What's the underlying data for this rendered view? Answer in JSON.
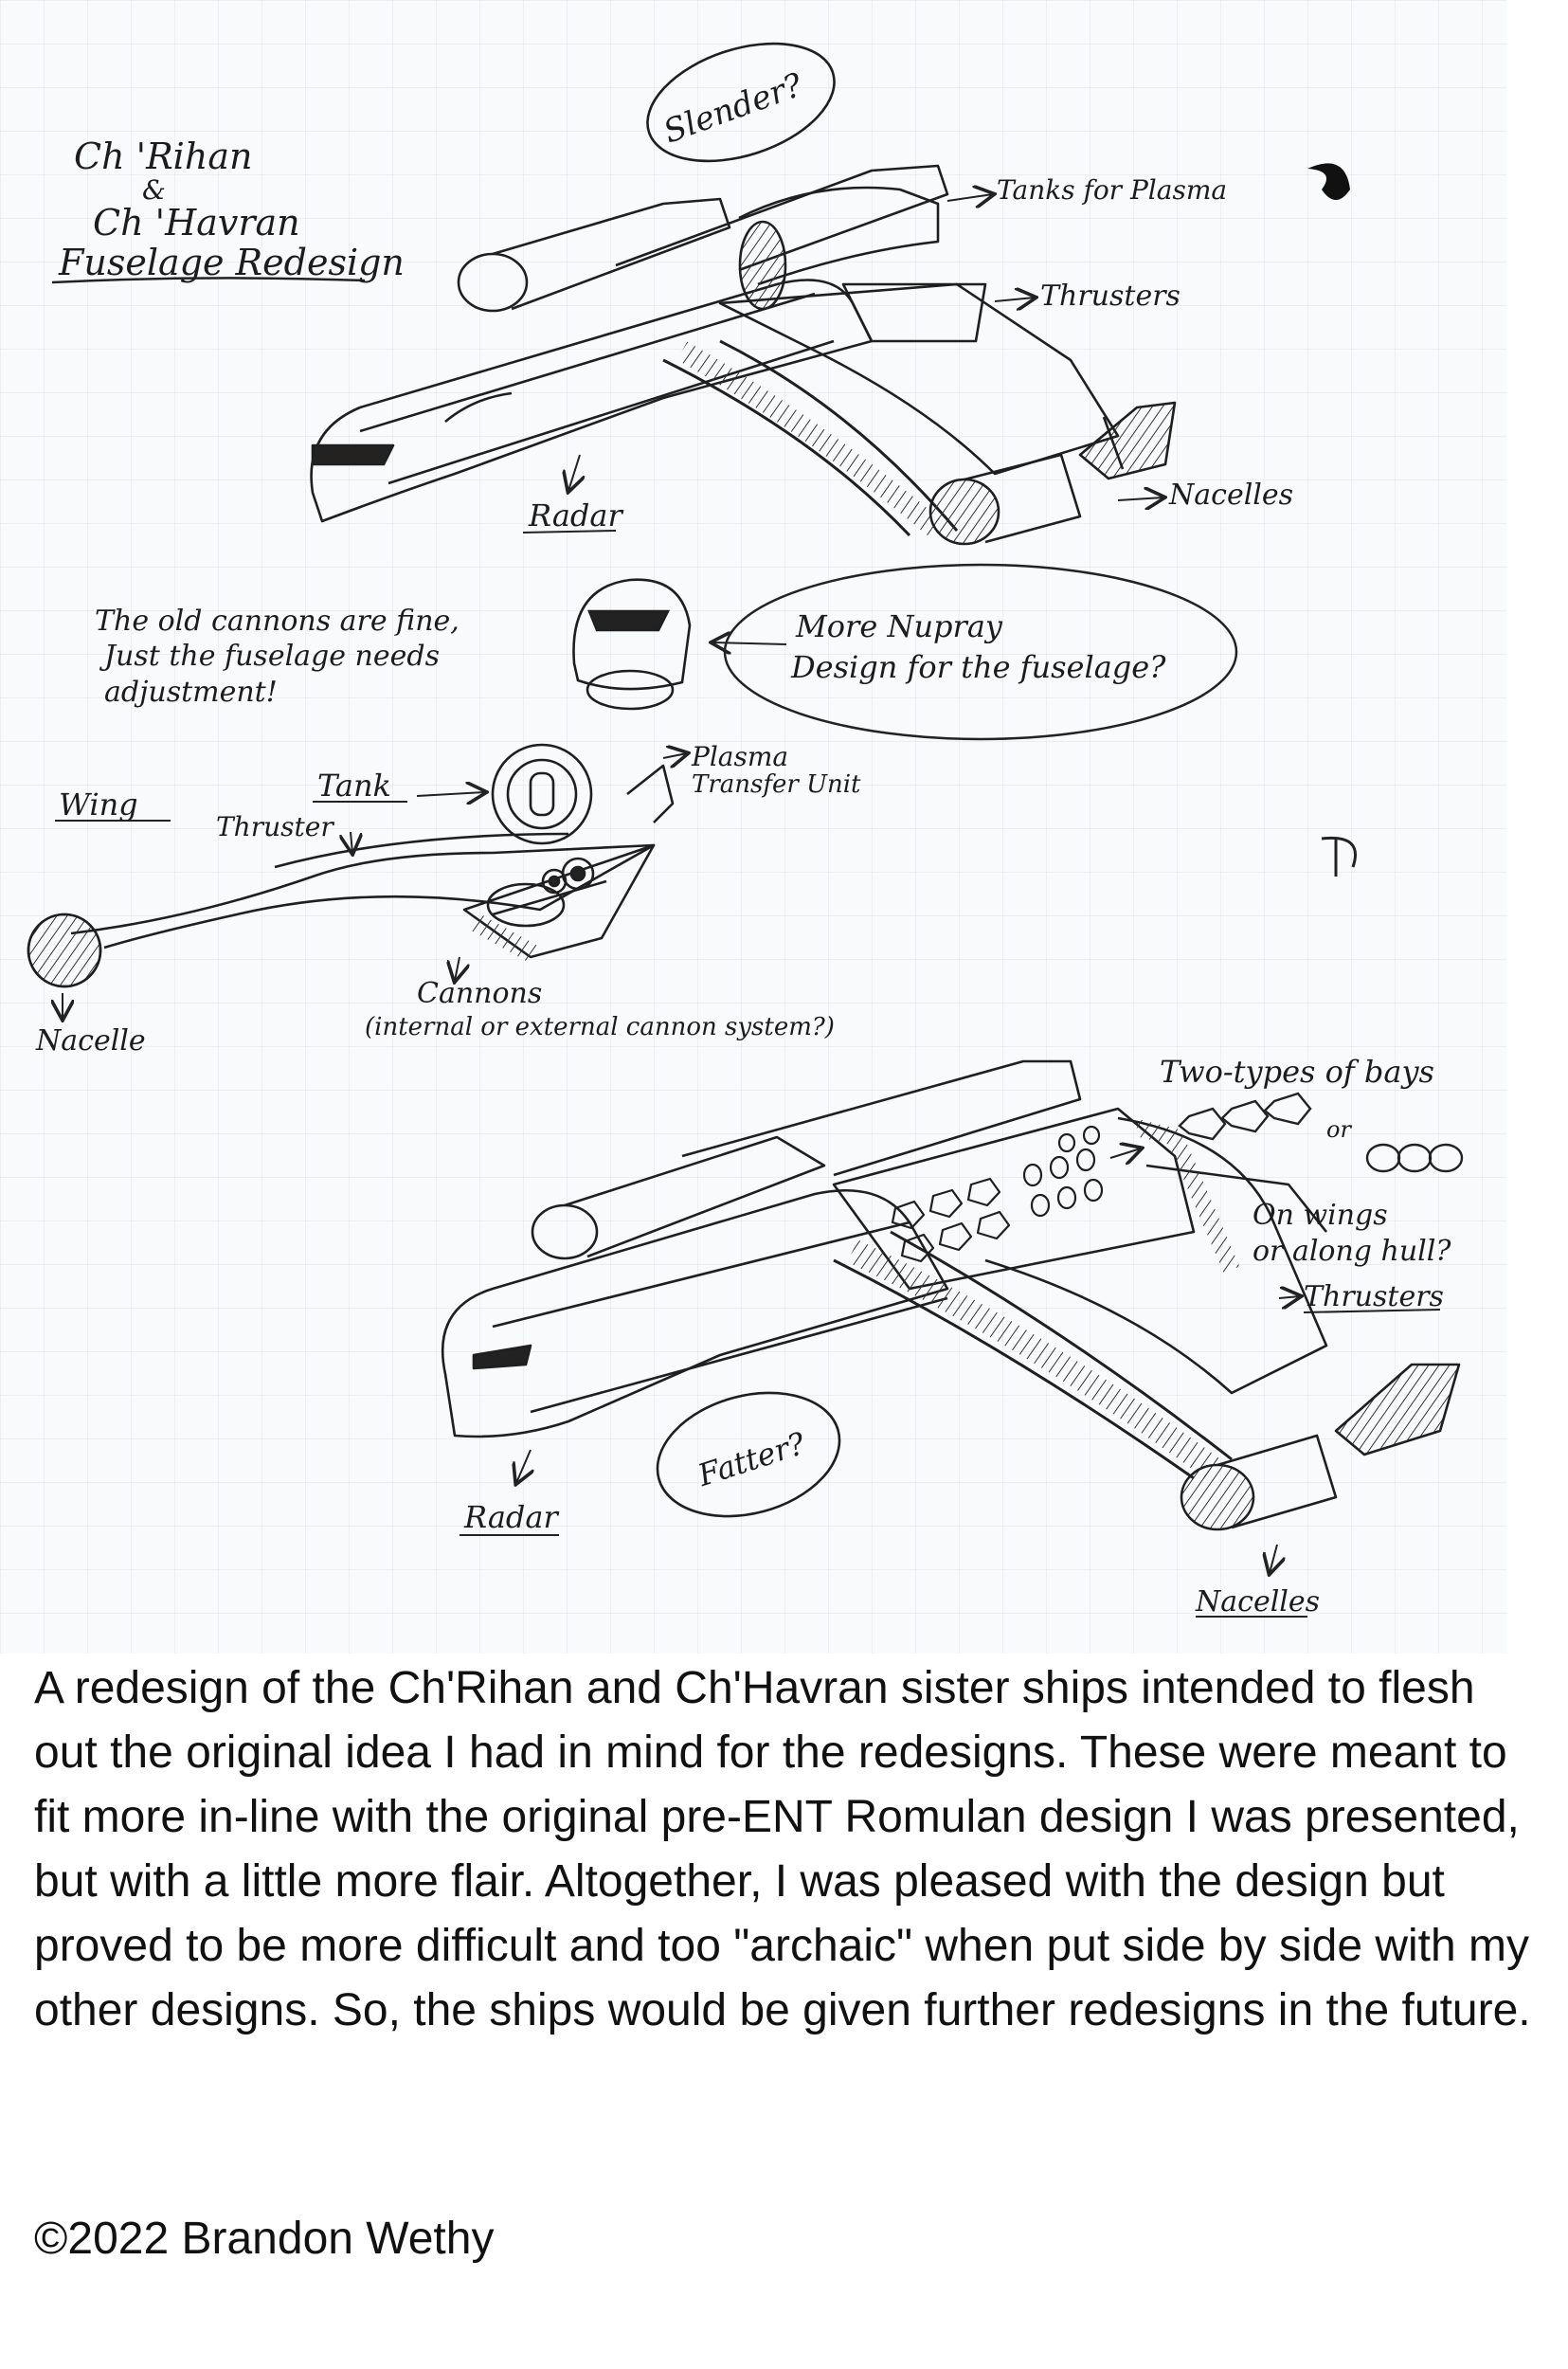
{
  "sketch": {
    "title_lines": [
      "Ch 'Rihan",
      "&",
      "Ch 'Havran",
      "Fuselage Redesign"
    ],
    "top_view": {
      "bubble": "Slender?",
      "labels": {
        "tanks": "Tanks for Plasma",
        "thrusters": "Thrusters",
        "nacelles": "Nacelles",
        "radar": "Radar"
      }
    },
    "middle": {
      "note_lines": [
        "The old cannons are fine,",
        "Just the fuselage needs",
        "adjustment!"
      ],
      "bubble_lines": [
        "More Nupray",
        "Design for the fuselage?"
      ],
      "labels": {
        "wing": "Wing",
        "tank": "Tank",
        "thruster": "Thruster",
        "plasma_lines": [
          "Plasma",
          "Transfer Unit"
        ],
        "cannons_lines": [
          "Cannons",
          "(internal or external cannon system?)"
        ],
        "nacelle": "Nacelle"
      }
    },
    "bottom_view": {
      "bubble": "Fatter?",
      "labels": {
        "bays": "Two-types of bays",
        "or": "or",
        "wings_lines": [
          "On wings",
          "or along hull?"
        ],
        "thrusters": "Thrusters",
        "radar": "Radar",
        "nacelles": "Nacelles"
      }
    }
  },
  "caption": "A redesign of the Ch'Rihan and Ch'Havran sister ships intended to flesh out the original idea I had in mind for the redesigns. These were meant to fit more in-line with the original pre-ENT Romulan design I was presented, but with a little more flair. Altogether, I was pleased with the design but proved to be more difficult and too \"archaic\" when put side by side with my other designs. So, the ships would be given further redesigns in the future.",
  "copyright": "©2022 Brandon Wethy"
}
